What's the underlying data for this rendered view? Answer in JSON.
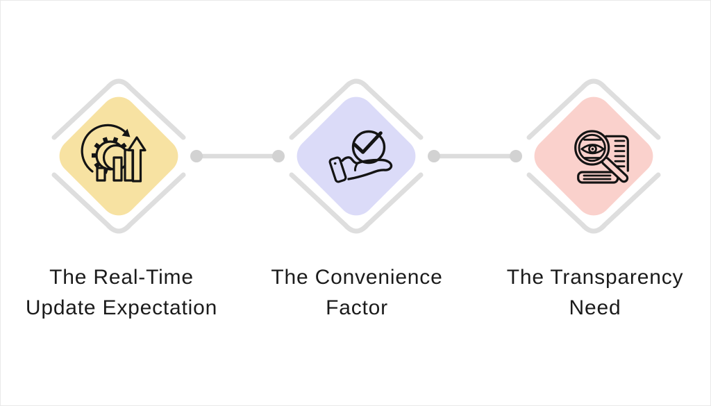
{
  "steps": [
    {
      "id": "real-time-update",
      "icon": "growth-gear-icon",
      "diamond_color": "#F7E2A2",
      "lines": [
        "The Real-Time",
        "Update Expectation"
      ]
    },
    {
      "id": "convenience",
      "icon": "hand-check-icon",
      "diamond_color": "#DBDBF8",
      "lines": [
        "The Convenience",
        "Factor"
      ]
    },
    {
      "id": "transparency",
      "icon": "magnifier-eye-document-icon",
      "diamond_color": "#FAD1CC",
      "lines": [
        "The Transparency",
        "Need"
      ]
    }
  ],
  "colors": {
    "background": "#FFFFFF",
    "frame_border": "#E9E9E9",
    "diamond_outline": "#DEDEDE",
    "connector_line": "#DCDCDC",
    "connector_dot": "#D2D2D2",
    "icon_stroke": "#141414",
    "label_text": "#1B1B1B"
  }
}
